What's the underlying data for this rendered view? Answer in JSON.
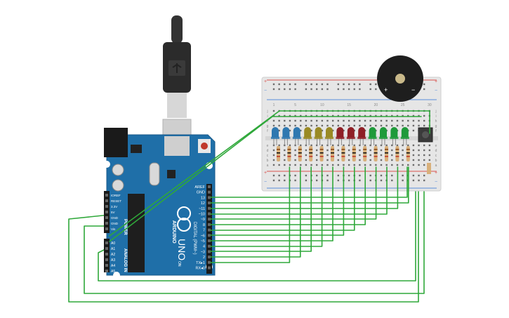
{
  "board": {
    "brand": "ARDUINO",
    "model": "UNO",
    "digital_header": "DIGITAL (PWM~)",
    "power_header": "POWER",
    "analog_header": "ANALOG IN",
    "on_label": "ON",
    "digital_pins": [
      "AREF",
      "GND",
      "13",
      "12",
      "~11",
      "~10",
      "~9",
      "8",
      "7",
      "~6",
      "~5",
      "4",
      "~3",
      "2",
      "TX▸1",
      "RX◂0"
    ],
    "power_pins": [
      "IOREF",
      "RESET",
      "3.3V",
      "5V",
      "GND",
      "GND",
      "Vin"
    ],
    "analog_pins": [
      "A0",
      "A1",
      "A2",
      "A3",
      "A4",
      "A5"
    ]
  },
  "breadboard": {
    "rail_plus": "+",
    "rail_minus": "−",
    "row_letters_top": [
      "a",
      "b",
      "c",
      "d",
      "e"
    ],
    "row_letters_bottom": [
      "f",
      "g",
      "h",
      "i",
      "j"
    ],
    "column_numbers": [
      "1",
      "5",
      "10",
      "15",
      "20",
      "25",
      "30"
    ]
  },
  "leds": [
    "blue",
    "blue",
    "blue",
    "yellow",
    "yellow",
    "yellow",
    "red",
    "red",
    "red",
    "green",
    "green",
    "green",
    "green"
  ],
  "colors": {
    "board": "#1f6fa8",
    "wire": "#2fa83a",
    "breadboard": "#e6e6e6",
    "blue": "#2f78b0",
    "yellow": "#9a8a24",
    "red": "#8f1f26",
    "green": "#1f9a3a"
  }
}
